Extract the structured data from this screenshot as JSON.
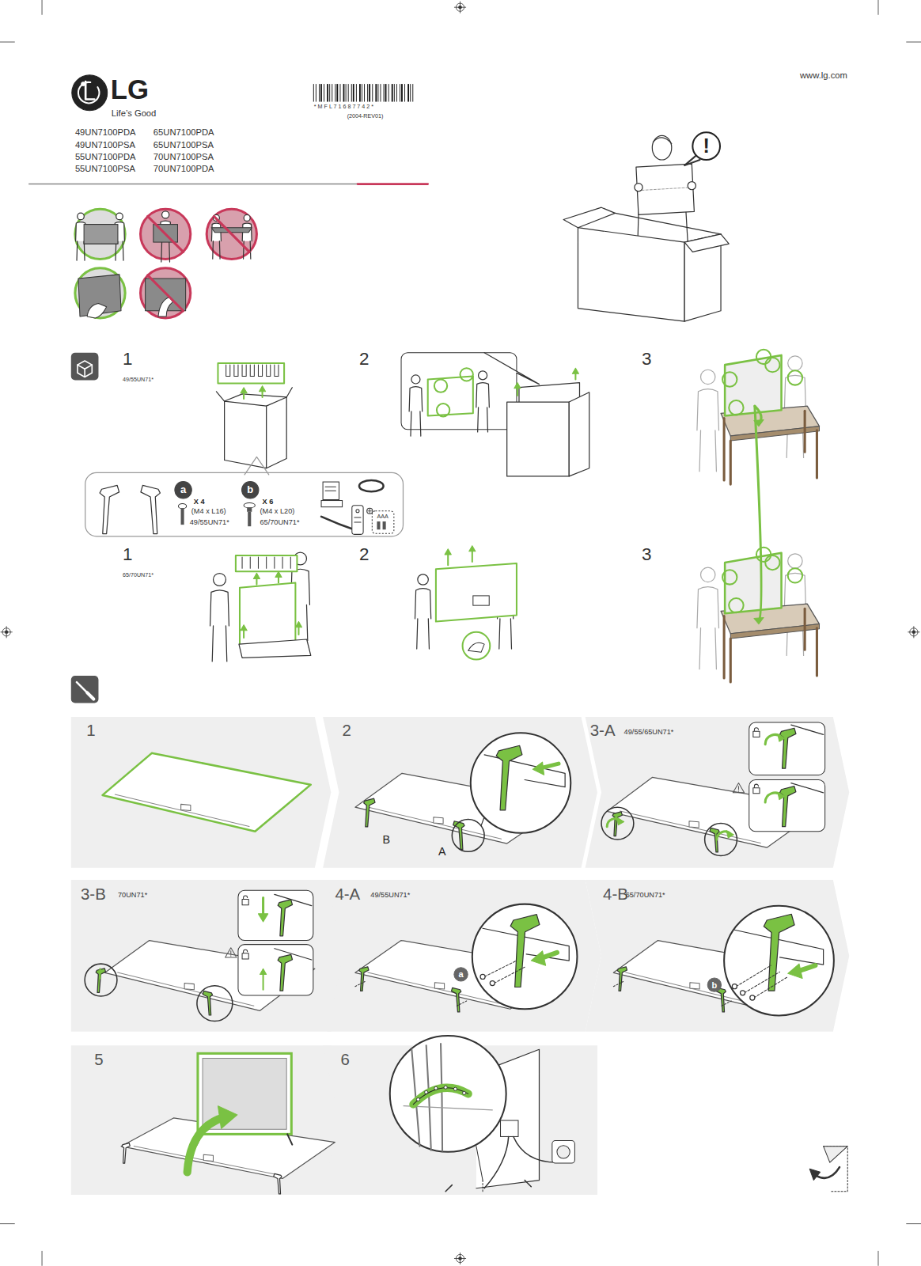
{
  "diagram": {
    "nodes": [
      {
        "text": [
          "!"
        ]
      },
      {
        "text": [
          "X 4",
          "(M4 x L16)",
          "49/55UN71*",
          "X 6",
          "(M4 x L20)",
          "65/70UN71*",
          "AAA"
        ]
      },
      {
        "text": [
          "a"
        ],
        "in": 1
      },
      {
        "text": [
          "b"
        ],
        "in": 1
      },
      {
        "text": [
          "1"
        ]
      },
      {
        "text": [
          "2"
        ]
      },
      {
        "text": [
          "3-A",
          "49/55/65UN71*"
        ]
      },
      {
        "text": [
          "3-B",
          "70UN71*"
        ]
      },
      {
        "text": [
          "4-A",
          "49/55UN71*"
        ]
      },
      {
        "text": [
          "a"
        ],
        "in": 8
      },
      {
        "text": [
          "4-B",
          "65/70UN71*"
        ]
      },
      {
        "text": [
          "b"
        ],
        "in": 10
      },
      {
        "text": [
          "5"
        ]
      },
      {
        "text": [
          "6"
        ]
      }
    ],
    "labels": [
      "LG",
      "Life’s Good",
      "49UN7100PDA",
      "49UN7100PSA",
      "55UN7100PDA",
      "55UN7100PSA",
      "65UN7100PDA",
      "65UN7100PSA",
      "70UN7100PSA",
      "70UN7100PDA",
      "* M F L 7 1 6 8 7 7 4 2 *",
      "(2004-REV01)",
      "www.lg.com",
      "1",
      "49/55UN71*",
      "2",
      "3",
      "1",
      "65/70UN71*",
      "2",
      "3",
      "B",
      "A"
    ]
  }
}
